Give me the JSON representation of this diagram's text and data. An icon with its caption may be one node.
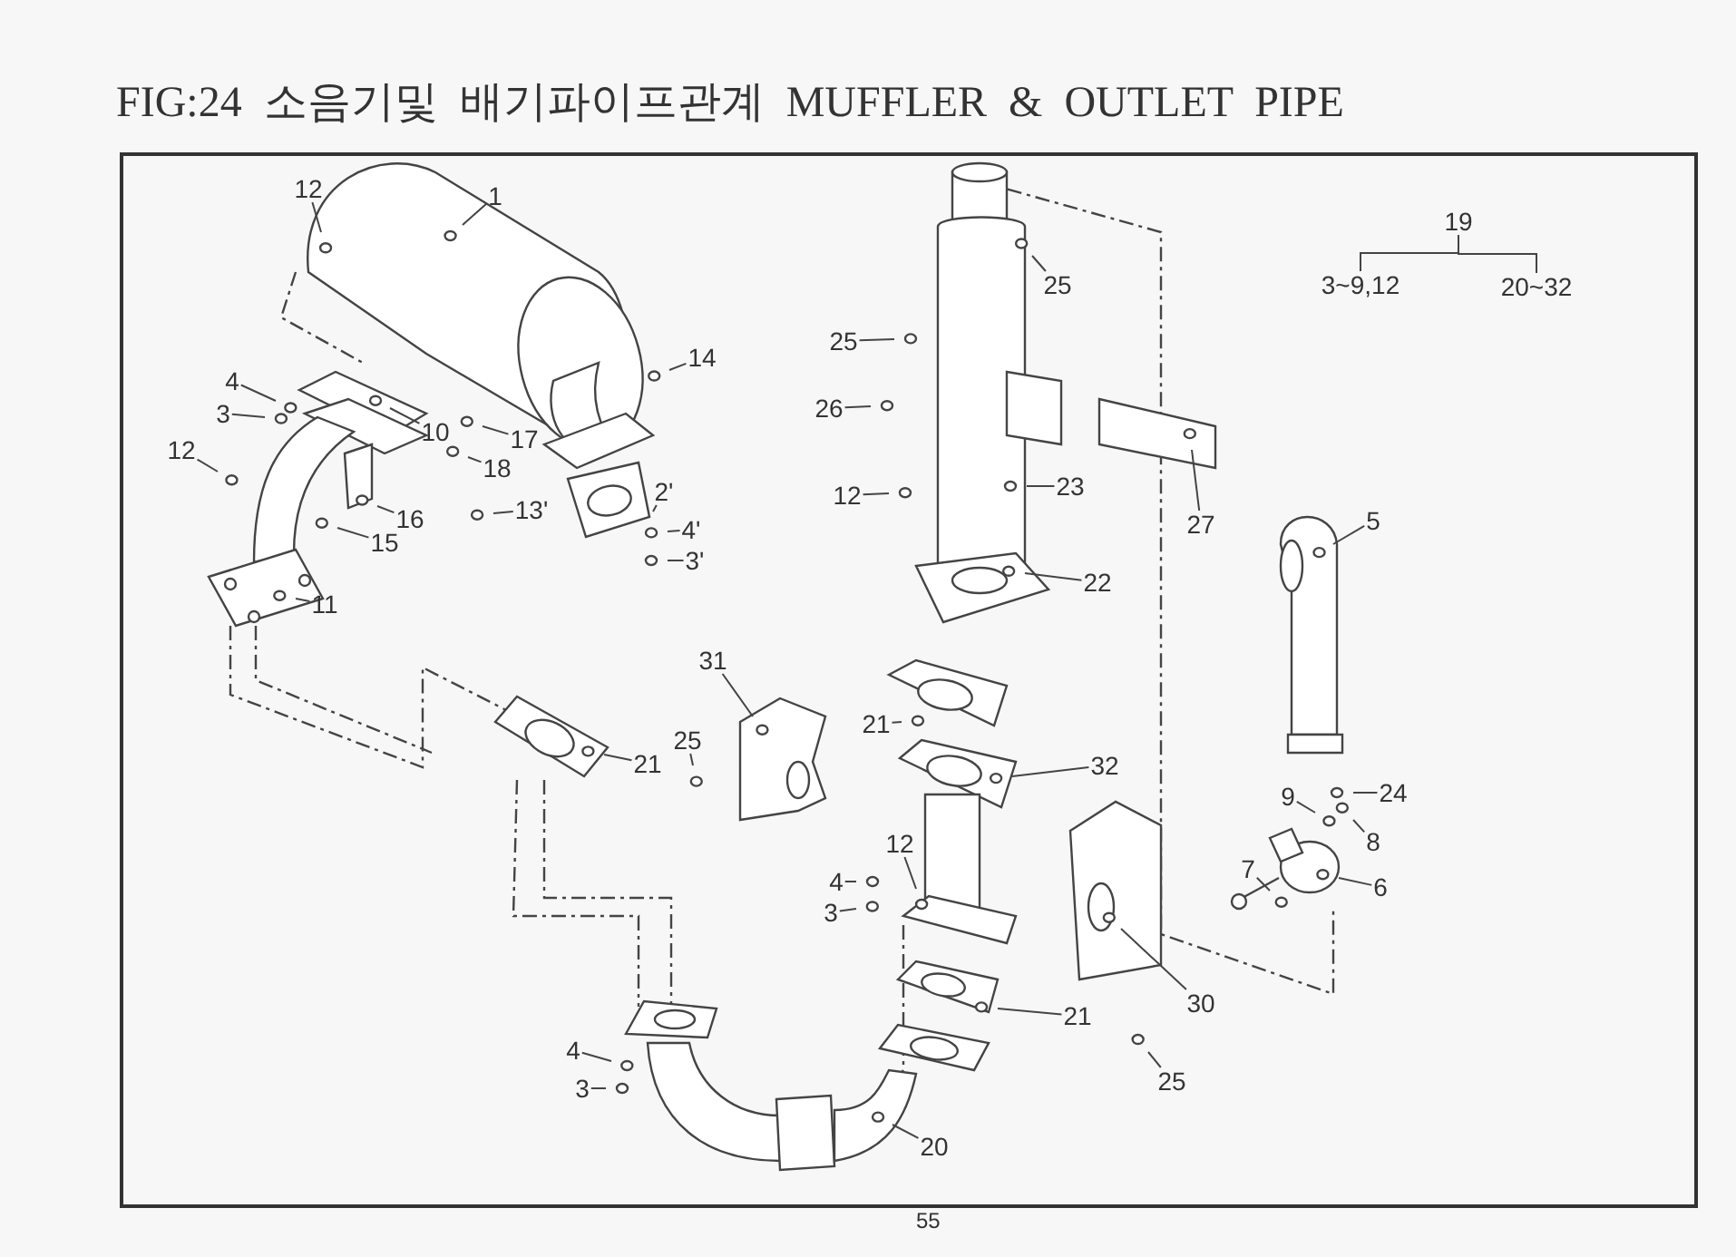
{
  "diagram": {
    "title": "FIG:24 소음기및 배기파이프관계 MUFFLER & OUTLET PIPE",
    "nodes": [
      {
        "text": [
          "1"
        ]
      },
      {
        "text": [
          "12"
        ]
      },
      {
        "text": [
          "4"
        ]
      },
      {
        "text": [
          "3"
        ]
      },
      {
        "text": [
          "10"
        ]
      },
      {
        "text": [
          "12"
        ]
      },
      {
        "text": [
          "14"
        ]
      },
      {
        "text": [
          "17"
        ]
      },
      {
        "text": [
          "18"
        ]
      },
      {
        "text": [
          "13'"
        ]
      },
      {
        "text": [
          "2'"
        ]
      },
      {
        "text": [
          "4'"
        ]
      },
      {
        "text": [
          "3'"
        ]
      },
      {
        "text": [
          "16"
        ]
      },
      {
        "text": [
          "15"
        ]
      },
      {
        "text": [
          "11"
        ]
      },
      {
        "text": [
          "25"
        ]
      },
      {
        "text": [
          "25"
        ]
      },
      {
        "text": [
          "26"
        ]
      },
      {
        "text": [
          "12"
        ]
      },
      {
        "text": [
          "23"
        ]
      },
      {
        "text": [
          "22"
        ]
      },
      {
        "text": [
          "19"
        ]
      },
      {
        "text": [
          "3~9,12"
        ]
      },
      {
        "text": [
          "20~32"
        ]
      },
      {
        "text": [
          "27"
        ]
      },
      {
        "text": [
          "5"
        ]
      },
      {
        "text": [
          "31"
        ]
      },
      {
        "text": [
          "25"
        ]
      },
      {
        "text": [
          "21"
        ]
      },
      {
        "text": [
          "21"
        ]
      },
      {
        "text": [
          "32"
        ]
      },
      {
        "text": [
          "12"
        ]
      },
      {
        "text": [
          "4"
        ]
      },
      {
        "text": [
          "3"
        ]
      },
      {
        "text": [
          "21"
        ]
      },
      {
        "text": [
          "30"
        ]
      },
      {
        "text": [
          "25"
        ]
      },
      {
        "text": [
          "20"
        ]
      },
      {
        "text": [
          "4"
        ]
      },
      {
        "text": [
          "3"
        ]
      },
      {
        "text": [
          "9"
        ]
      },
      {
        "text": [
          "24"
        ]
      },
      {
        "text": [
          "8"
        ]
      },
      {
        "text": [
          "7"
        ]
      },
      {
        "text": [
          "6"
        ]
      }
    ],
    "edges": [
      {
        "from": 0,
        "to": null,
        "arrow": "none"
      },
      {
        "from": 1,
        "to": null,
        "arrow": "none"
      },
      {
        "from": 2,
        "to": null,
        "arrow": "none"
      },
      {
        "from": 3,
        "to": null,
        "arrow": "none"
      },
      {
        "from": 4,
        "to": null,
        "arrow": "none"
      },
      {
        "from": 5,
        "to": null,
        "arrow": "none"
      },
      {
        "from": 6,
        "to": null,
        "arrow": "none"
      },
      {
        "from": 7,
        "to": null,
        "arrow": "none"
      },
      {
        "from": 8,
        "to": null,
        "arrow": "none"
      },
      {
        "from": 9,
        "to": null,
        "arrow": "none"
      },
      {
        "from": 10,
        "to": null,
        "arrow": "none"
      },
      {
        "from": 11,
        "to": null,
        "arrow": "none"
      },
      {
        "from": 12,
        "to": null,
        "arrow": "none"
      },
      {
        "from": 13,
        "to": null,
        "arrow": "none"
      },
      {
        "from": 14,
        "to": null,
        "arrow": "none"
      },
      {
        "from": 15,
        "to": null,
        "arrow": "none"
      },
      {
        "from": 16,
        "to": null,
        "arrow": "none"
      },
      {
        "from": 17,
        "to": null,
        "arrow": "none"
      },
      {
        "from": 18,
        "to": null,
        "arrow": "none"
      },
      {
        "from": 19,
        "to": null,
        "arrow": "none"
      },
      {
        "from": 20,
        "to": null,
        "arrow": "none"
      },
      {
        "from": 21,
        "to": null,
        "arrow": "none"
      },
      {
        "from": 22,
        "to": 23,
        "arrow": "none"
      },
      {
        "from": 22,
        "to": 24,
        "arrow": "none"
      },
      {
        "from": 25,
        "to": null,
        "arrow": "none"
      },
      {
        "from": 26,
        "to": null,
        "arrow": "none"
      },
      {
        "from": 27,
        "to": null,
        "arrow": "none"
      },
      {
        "from": 28,
        "to": null,
        "arrow": "none"
      },
      {
        "from": 29,
        "to": null,
        "arrow": "none"
      },
      {
        "from": 30,
        "to": null,
        "arrow": "none"
      },
      {
        "from": 31,
        "to": null,
        "arrow": "none"
      },
      {
        "from": 32,
        "to": null,
        "arrow": "none"
      },
      {
        "from": 33,
        "to": null,
        "arrow": "none"
      },
      {
        "from": 34,
        "to": null,
        "arrow": "none"
      },
      {
        "from": 35,
        "to": null,
        "arrow": "none"
      },
      {
        "from": 36,
        "to": null,
        "arrow": "none"
      },
      {
        "from": 37,
        "to": null,
        "arrow": "none"
      },
      {
        "from": 38,
        "to": null,
        "arrow": "none"
      },
      {
        "from": 39,
        "to": null,
        "arrow": "none"
      },
      {
        "from": 40,
        "to": null,
        "arrow": "none"
      },
      {
        "from": 41,
        "to": null,
        "arrow": "none"
      },
      {
        "from": 42,
        "to": null,
        "arrow": "none"
      },
      {
        "from": 43,
        "to": null,
        "arrow": "none"
      },
      {
        "from": 44,
        "to": null,
        "arrow": "none"
      },
      {
        "from": 45,
        "to": null,
        "arrow": "none"
      }
    ],
    "labels": [
      "55"
    ]
  }
}
